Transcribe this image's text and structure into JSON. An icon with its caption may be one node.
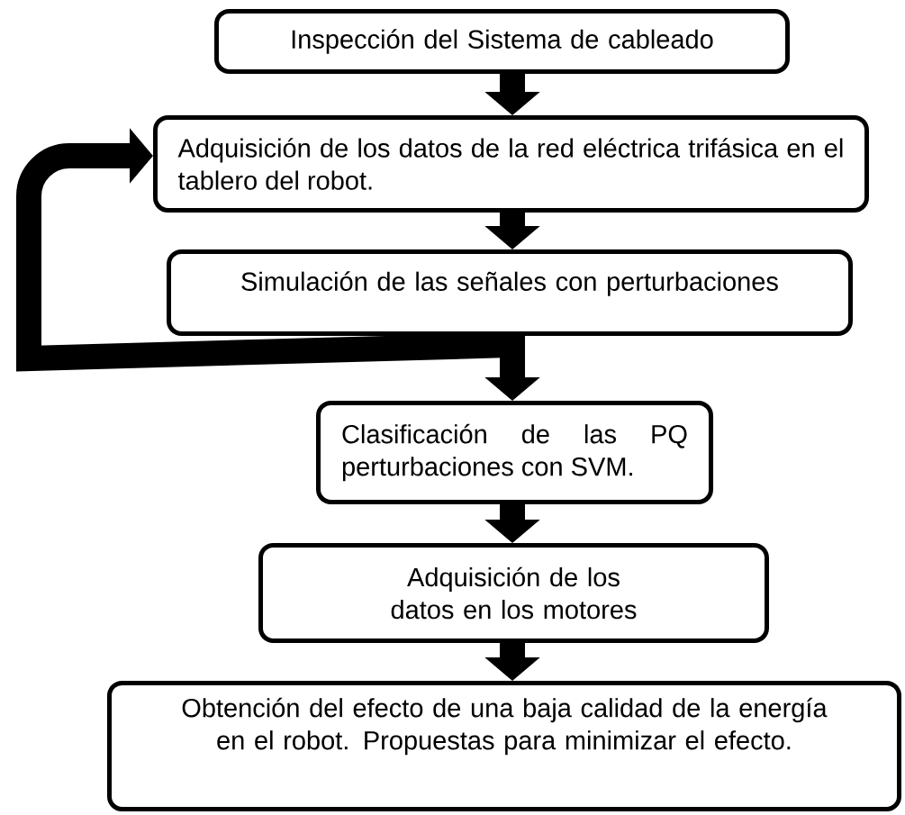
{
  "diagram": {
    "nodes": [
      {
        "text": [
          "Inspección del Sistema de cableado"
        ]
      },
      {
        "text": [
          "Adquisición de los datos de la red eléctrica trifásica en el tablero del robot."
        ]
      },
      {
        "text": [
          "Simulación de las señales con perturbaciones"
        ]
      },
      {
        "text": [
          "Clasificación de las PQ perturbaciones con SVM."
        ]
      },
      {
        "text": [
          "Adquisición de los datos en los motores"
        ]
      },
      {
        "text": [
          "Obtención del efecto de una baja calidad de la energía en el robot. Propuestas para minimizar el efecto."
        ]
      }
    ],
    "edges": [
      {
        "from": 0,
        "to": 1,
        "arrow": "to"
      },
      {
        "from": 1,
        "to": 2,
        "arrow": "to"
      },
      {
        "from": 2,
        "to": 3,
        "arrow": "to"
      },
      {
        "from": 2,
        "to": 1,
        "arrow": "to"
      },
      {
        "from": 3,
        "to": 4,
        "arrow": "to"
      },
      {
        "from": 4,
        "to": 5,
        "arrow": "to"
      }
    ]
  }
}
